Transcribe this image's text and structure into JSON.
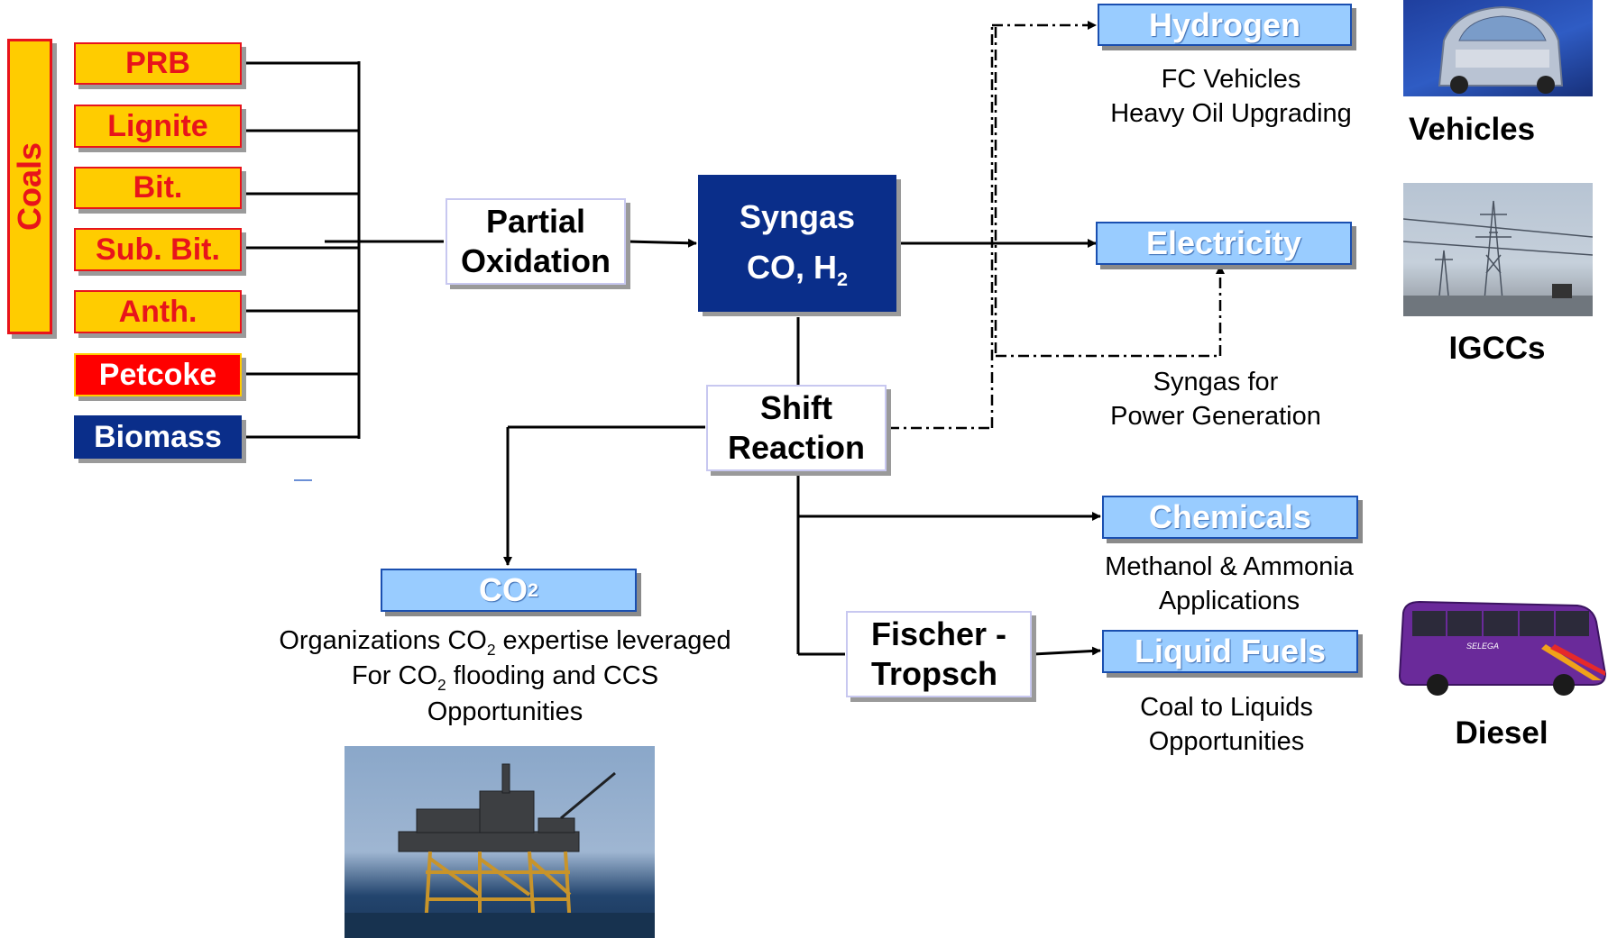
{
  "feeds": {
    "coals_label": "Coals",
    "prb": "PRB",
    "lignite": "Lignite",
    "bit": "Bit.",
    "sub_bit": "Sub. Bit.",
    "anth": "Anth.",
    "petcoke": "Petcoke",
    "biomass": "Biomass"
  },
  "process": {
    "partial_oxidation": [
      "Partial",
      "Oxidation"
    ],
    "syngas_title": "Syngas",
    "syngas_formula_main": "CO, H",
    "syngas_formula_sub": "2",
    "shift_reaction": [
      "Shift",
      "Reaction"
    ],
    "fischer_tropsch": [
      "Fischer -",
      "Tropsch"
    ]
  },
  "products": {
    "hydrogen": "Hydrogen",
    "hydrogen_caption": [
      "FC Vehicles",
      "Heavy Oil Upgrading"
    ],
    "electricity": "Electricity",
    "syngas_power_caption": [
      "Syngas for",
      "Power Generation"
    ],
    "chemicals": "Chemicals",
    "chemicals_caption": [
      "Methanol & Ammonia",
      "Applications"
    ],
    "liquid_fuels": "Liquid Fuels",
    "liquid_fuels_caption": [
      "Coal to Liquids",
      "Opportunities"
    ],
    "co2_main": "CO",
    "co2_sub": "2",
    "co2_caption": {
      "line1_a": "Organizations CO",
      "line1_sub": "2",
      "line1_b": " expertise leveraged",
      "line2_a": "For CO",
      "line2_sub": "2",
      "line2_b": " flooding and CCS",
      "line3": "Opportunities"
    }
  },
  "pictures": {
    "vehicles": "Vehicles",
    "igccs": "IGCCs",
    "diesel": "Diesel",
    "bus_brand": "SELEGA"
  },
  "colors": {
    "feed_fill": "#ffcc00",
    "feed_text": "#e8141b",
    "syngas_fill": "#0a2e8a",
    "product_fill": "#99ccff"
  }
}
